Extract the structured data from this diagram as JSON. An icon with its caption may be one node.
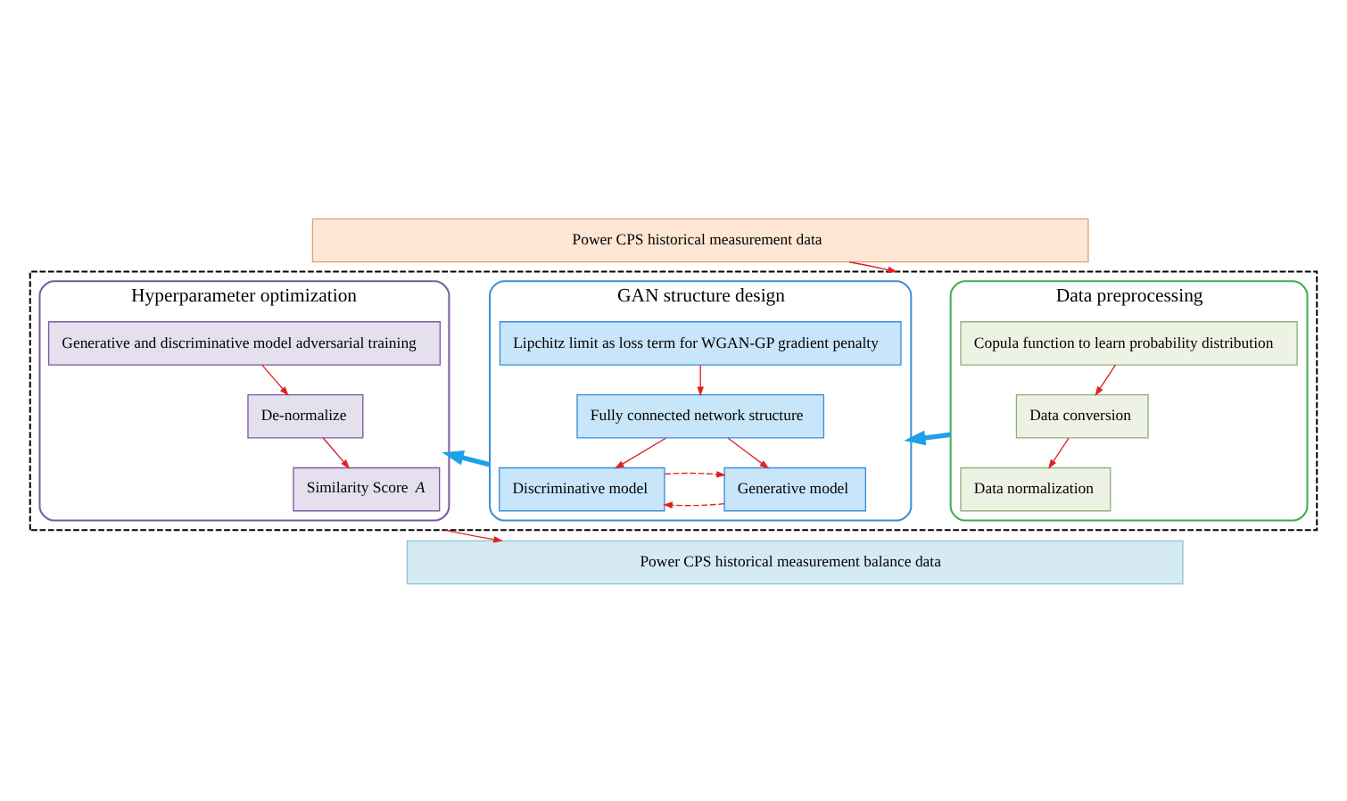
{
  "diagram": {
    "nodes": [
      {
        "text": [
          "Power CPS historical measurement data"
        ]
      },
      {
        "text": [],
        "shape": "box"
      },
      {
        "text": [
          "Data preprocessing"
        ],
        "in": 1
      },
      {
        "text": [
          "Copula function to learn probability distribution"
        ],
        "in": 2
      },
      {
        "text": [
          "Data conversion"
        ],
        "in": 2
      },
      {
        "text": [
          "Data normalization"
        ],
        "in": 2
      },
      {
        "text": [
          "GAN structure design"
        ],
        "in": 1
      },
      {
        "text": [
          "Lipchitz limit as loss term for WGAN-GP gradient penalty"
        ],
        "in": 6
      },
      {
        "text": [
          "Fully connected network structure"
        ],
        "in": 6
      },
      {
        "text": [
          "Discriminative model"
        ],
        "in": 6
      },
      {
        "text": [
          "Generative model"
        ],
        "in": 6
      },
      {
        "text": [
          "Hyperparameter optimization"
        ],
        "in": 1
      },
      {
        "text": [
          "Generative and discriminative model adversarial training"
        ],
        "in": 11
      },
      {
        "text": [
          "De-normalize"
        ],
        "in": 11
      },
      {
        "text": [
          "Similarity Score *A*"
        ],
        "in": 11
      },
      {
        "text": [
          "Power CPS historical measurement balance data"
        ]
      }
    ],
    "edges": [
      {
        "from": 0,
        "to": 1,
        "arrow": "to"
      },
      {
        "from": 3,
        "to": 4,
        "arrow": "to"
      },
      {
        "from": 4,
        "to": 5,
        "arrow": "to"
      },
      {
        "from": 2,
        "to": 6,
        "arrow": "to",
        "style": "thick",
        "color": "#1ea0e8"
      },
      {
        "from": 7,
        "to": 8,
        "arrow": "to"
      },
      {
        "from": 8,
        "to": 9,
        "arrow": "to"
      },
      {
        "from": 8,
        "to": 10,
        "arrow": "to"
      },
      {
        "from": 10,
        "to": 9,
        "arrow": "to",
        "style": "dashed"
      },
      {
        "from": 9,
        "to": 10,
        "arrow": "to",
        "style": "dashed"
      },
      {
        "from": 6,
        "to": 11,
        "arrow": "to",
        "style": "thick",
        "color": "#1ea0e8"
      },
      {
        "from": 12,
        "to": 13,
        "arrow": "to"
      },
      {
        "from": 13,
        "to": 14,
        "arrow": "to"
      },
      {
        "from": 1,
        "to": 15,
        "arrow": "to"
      }
    ]
  }
}
